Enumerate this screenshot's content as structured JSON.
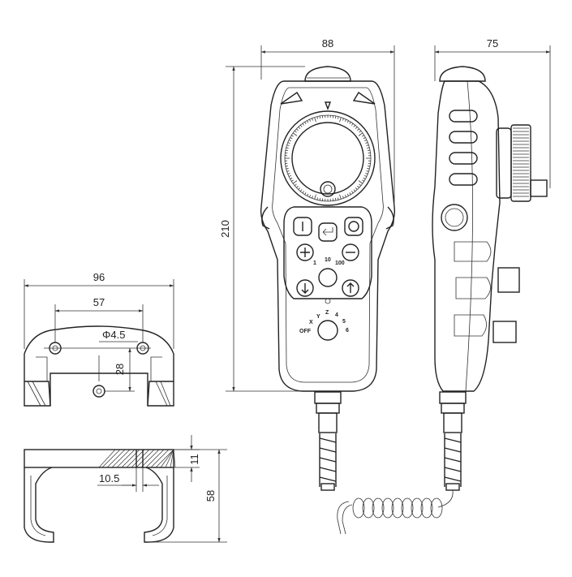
{
  "dimensions": {
    "pendant_width": "88",
    "pendant_depth": "75",
    "pendant_height": "210",
    "bracket_width": "96",
    "hole_spacing": "57",
    "hole_diameter": "Φ4.5",
    "hole_offset": "28",
    "bracket_top_thickness": "11",
    "bracket_height": "58",
    "slot_offset": "10.5"
  },
  "selector_labels": {
    "axis_off": "OFF",
    "axis_x": "X",
    "axis_y": "Y",
    "axis_z": "Z",
    "axis_4": "4",
    "axis_5": "5",
    "axis_6": "6",
    "step_1": "1",
    "step_10": "10",
    "step_100": "100"
  }
}
